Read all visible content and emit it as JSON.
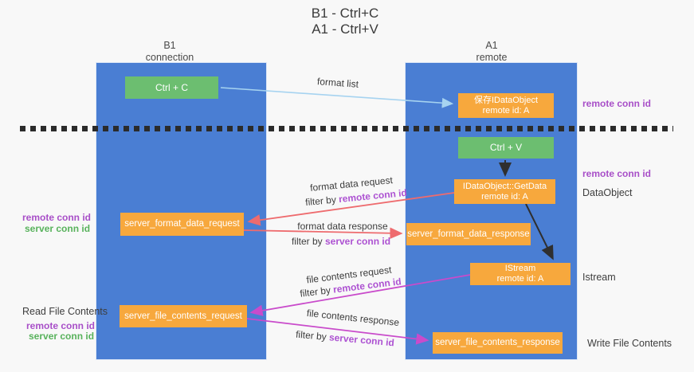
{
  "title": {
    "line1": "B1 - Ctrl+C",
    "line2": "A1 - Ctrl+V"
  },
  "columns": {
    "left": {
      "title": "B1",
      "subtitle": "connection"
    },
    "right": {
      "title": "A1",
      "subtitle": "remote"
    }
  },
  "nodes": {
    "ctrl_c": {
      "label": "Ctrl + C"
    },
    "save_idataobject": {
      "line1": "保存IDataObject",
      "line2": "remote id: A"
    },
    "ctrl_v": {
      "label": "Ctrl + V"
    },
    "getdata": {
      "line1": "IDataObject::GetData",
      "line2": "remote id: A"
    },
    "server_format_data_request": {
      "label": "server_format_data_request"
    },
    "server_format_data_response": {
      "label": "server_format_data_response"
    },
    "istream": {
      "line1": "IStream",
      "line2": "remote id: A"
    },
    "server_file_contents_request": {
      "label": "server_file_contents_request"
    },
    "server_file_contents_response": {
      "label": "server_file_contents_response"
    }
  },
  "arrow_labels": {
    "format_list": "format list",
    "format_data_request": "format data request",
    "format_data_request_filter": {
      "prefix": "filter by ",
      "value": "remote conn id"
    },
    "format_data_response": "format data response",
    "format_data_response_filter": {
      "prefix": "filter by ",
      "value": "server conn id"
    },
    "file_contents_request": "file contents request",
    "file_contents_request_filter": {
      "prefix": "filter by ",
      "value": "remote conn id"
    },
    "file_contents_response": "file contents response",
    "file_contents_response_filter": {
      "prefix": "filter by ",
      "value": "server conn id"
    }
  },
  "side_labels": {
    "right_remote_conn_id_top": "remote conn id",
    "right_remote_conn_id_mid": "remote conn id",
    "right_dataobject": "DataObject",
    "right_istream": "Istream",
    "right_write_file_contents": "Write File Contents",
    "left_remote_conn_id_mid": "remote conn id",
    "left_server_conn_id_mid": "server conn id",
    "left_read_file_contents": "Read File Contents",
    "left_remote_conn_id_bottom": "remote conn id",
    "left_server_conn_id_bottom": "server conn id"
  },
  "colors": {
    "background": "#f8f8f8",
    "column_blue": "#4a7ed3",
    "green_box": "#6cbe70",
    "orange_box": "#f7a83d",
    "purple_label": "#a84fc8",
    "green_label": "#58b25c",
    "salmon_arrow": "#ee6b6e",
    "magenta_arrow": "#c94bcb",
    "light_blue_arrow": "#a6d3f0",
    "black_arrow": "#2f2f2f",
    "dark_text": "#3d3d3d"
  }
}
